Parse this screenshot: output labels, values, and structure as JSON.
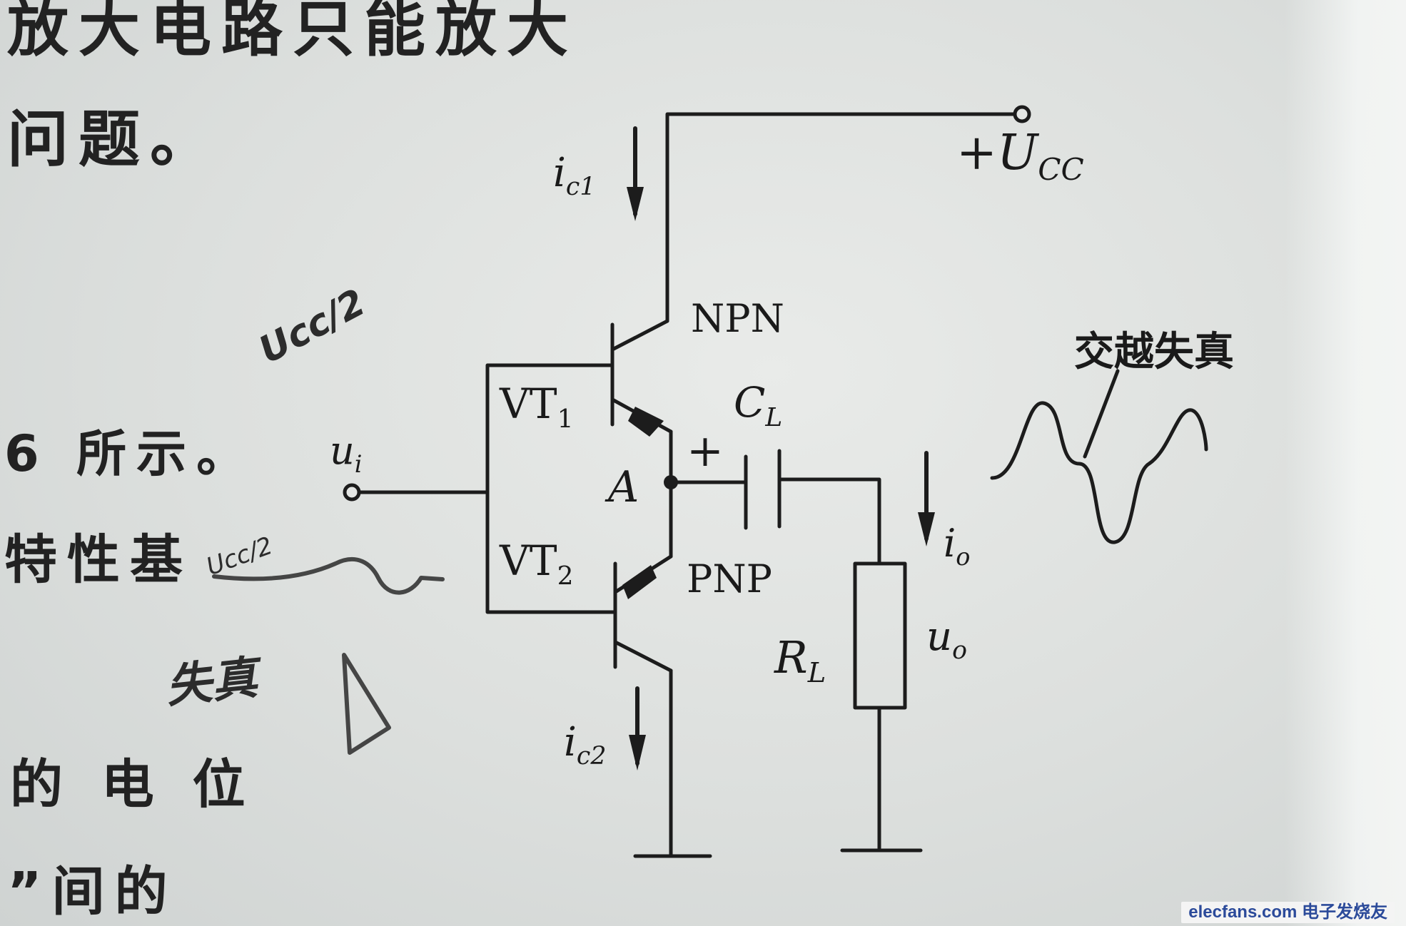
{
  "page_text": {
    "line_1": "放大电路只能放大",
    "line_2": "问题。",
    "line_3": "6 所示。",
    "line_4": "特性基",
    "line_5": "的 电 位",
    "line_6": "”间的"
  },
  "circuit": {
    "supply_label": "+U",
    "supply_sub": "CC",
    "ic1_main": "i",
    "ic1_sub": "c1",
    "ic2_main": "i",
    "ic2_sub": "c2",
    "npn_label": "NPN",
    "pnp_label": "PNP",
    "vt1_main": "VT",
    "vt1_sub": "1",
    "vt2_main": "VT",
    "vt2_sub": "2",
    "cap_main": "C",
    "cap_sub": "L",
    "plus_sign": "+",
    "node_label": "A",
    "ui_main": "u",
    "ui_sub": "i",
    "io_main": "i",
    "io_sub": "o",
    "rl_main": "R",
    "rl_sub": "L",
    "uo_main": "u",
    "uo_sub": "o",
    "distortion_label": "交越失真"
  },
  "annotations": {
    "hand_note_1": "Ucc/2",
    "hand_note_2": "Ucc/2",
    "hand_note_3": "失真"
  },
  "watermark": "elecfans.com 电子发烧友"
}
